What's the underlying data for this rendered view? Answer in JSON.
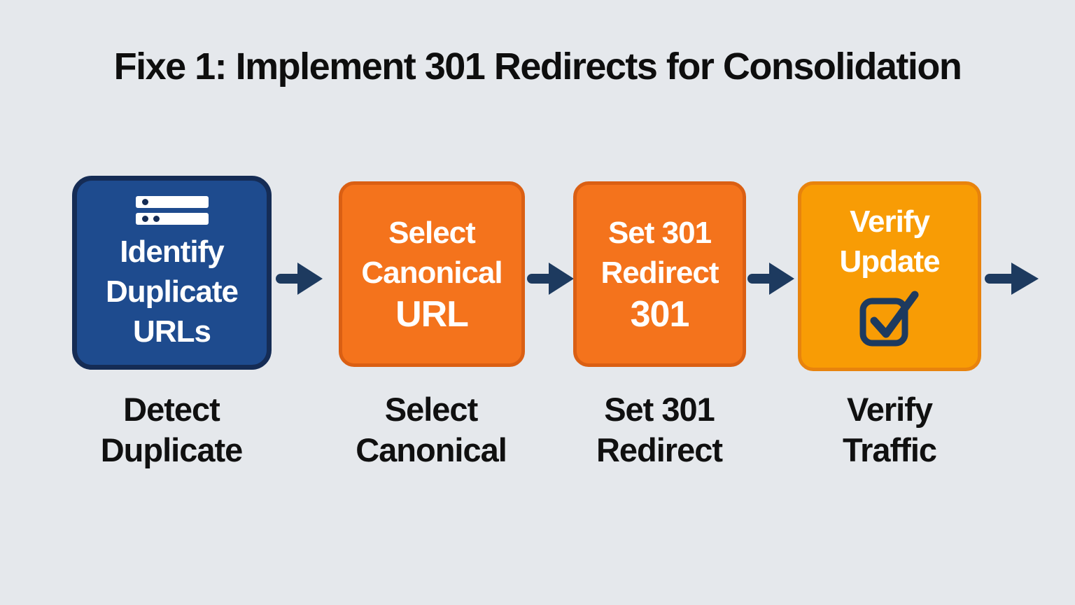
{
  "title": "Fixe 1: Implement 301 Redirects for Consolidation",
  "colors": {
    "background": "#e5e8ec",
    "navy": "#1d3a5f",
    "blue_box": "#1e4b8e",
    "blue_box_border": "#152c55",
    "orange_box": "#f4731c",
    "orange_box_border": "#da5f13",
    "amber_box": "#f89c05",
    "amber_box_border": "#e8830d",
    "text_on_box": "#ffffff",
    "title_text": "#0e0e0e"
  },
  "steps": [
    {
      "icon": "server-stack-icon",
      "box_lines": [
        "Identify",
        "Duplicate",
        "URLs"
      ],
      "caption_lines": [
        "Detect",
        "Duplicate"
      ]
    },
    {
      "box_lines": [
        "Select",
        "Canonical",
        "URL"
      ],
      "caption_lines": [
        "Select",
        "Canonical"
      ]
    },
    {
      "box_lines": [
        "Set 301",
        "Redirect",
        "301"
      ],
      "caption_lines": [
        "Set 301",
        "Redirect"
      ]
    },
    {
      "icon": "checkbox-checked-icon",
      "box_lines": [
        "Verify",
        "Update"
      ],
      "caption_lines": [
        "Verify",
        "Traffic"
      ]
    }
  ],
  "arrow_icon": "arrow-right-icon"
}
